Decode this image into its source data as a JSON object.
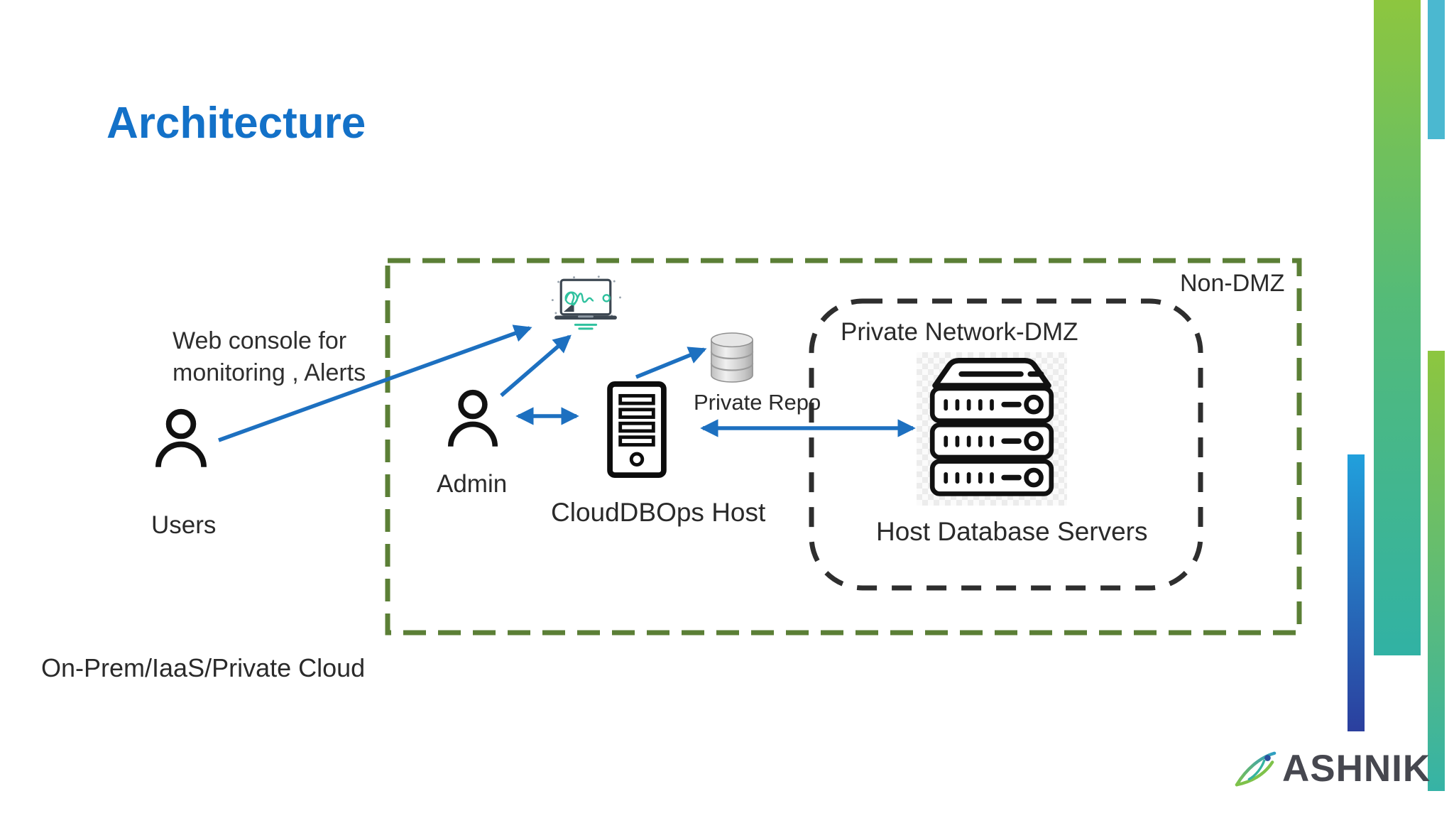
{
  "slide": {
    "title": "Architecture",
    "environment_label": "On-Prem/IaaS/Private Cloud"
  },
  "zones": {
    "non_dmz": {
      "label": "Non-DMZ"
    },
    "private_network_dmz": {
      "label": "Private Network-DMZ"
    }
  },
  "nodes": {
    "users": {
      "label": "Users",
      "icon": "user-icon"
    },
    "web_console_note": {
      "line1": "Web console for",
      "line2": "monitoring , Alerts"
    },
    "admin": {
      "label": "Admin",
      "icon": "user-icon"
    },
    "monitoring_console": {
      "icon": "laptop-monitoring-icon"
    },
    "clouddbops_host": {
      "label": "CloudDBOps Host",
      "icon": "server-tower-icon"
    },
    "private_repo": {
      "label": "Private Repo",
      "icon": "database-cylinder-icon"
    },
    "host_database_servers": {
      "label": "Host Database Servers",
      "icon": "server-rack-icon"
    }
  },
  "edges": [
    {
      "from": "users",
      "to": "monitoring_console",
      "type": "arrow"
    },
    {
      "from": "admin",
      "to": "monitoring_console",
      "type": "arrow"
    },
    {
      "from": "admin",
      "to": "clouddbops_host",
      "type": "double-arrow"
    },
    {
      "from": "clouddbops_host",
      "to": "private_repo",
      "type": "arrow"
    },
    {
      "from": "clouddbops_host",
      "to": "host_database_servers",
      "type": "double-arrow"
    }
  ],
  "logo": {
    "text": "ASHNIK",
    "icon": "ashnik-swoosh-icon"
  },
  "colors": {
    "title_blue": "#1371c8",
    "arrow_blue": "#1d70c0",
    "non_dmz_border_green": "#5b7f36",
    "dmz_border_dark": "#2e2e2e",
    "accent_lime": "#8dc63f",
    "accent_teal": "#31b2a4",
    "accent_cyan": "#4bb8d0",
    "accent_blue": "#21a0dc",
    "accent_navy": "#2b3f9e",
    "logo_text_gray": "#46474f",
    "console_wave_teal": "#2fc19e"
  }
}
